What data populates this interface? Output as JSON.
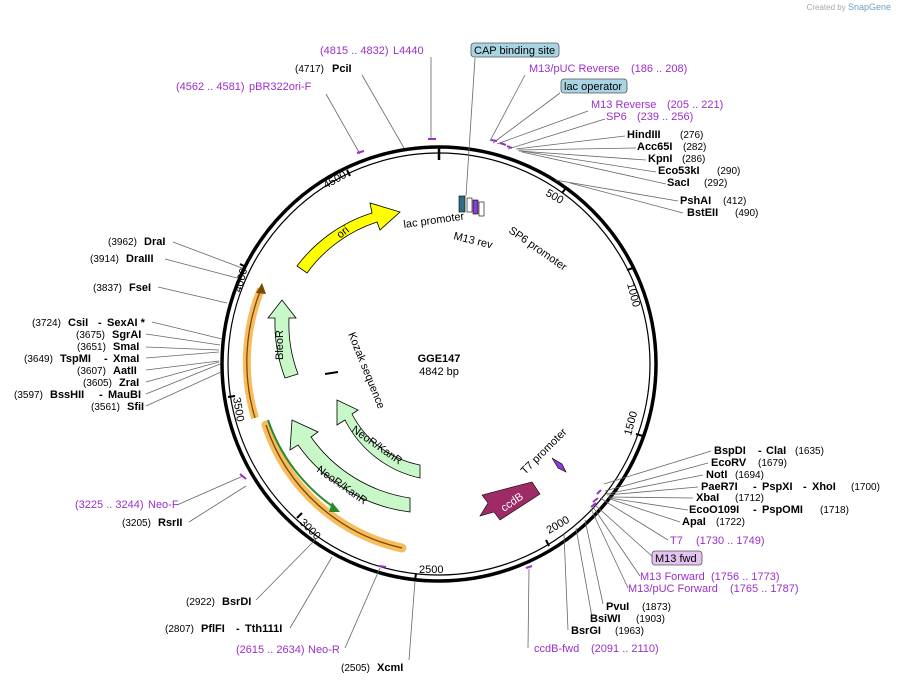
{
  "credit": {
    "prefix": "Created by",
    "brand": "SnapGene"
  },
  "plasmid": {
    "name": "GGE147",
    "length_label": "4842 bp",
    "length": 4842
  },
  "tick_labels": [
    "500",
    "1000",
    "1500",
    "2000",
    "2500",
    "3000",
    "3500",
    "4000",
    "4500"
  ],
  "inner_labels": {
    "lac_promoter": "lac promoter",
    "m13_rev": "M13 rev",
    "sp6_promoter": "SP6 promoter",
    "kozak": "Kozak sequence",
    "t7_promoter": "T7 promoter"
  },
  "features": {
    "ori": "ori",
    "bleor": "BleoR",
    "neor_inner": "NeoR/KanR",
    "neor_outer": "NeoR/KanR",
    "ccdb": "ccdB"
  },
  "boxed": {
    "cap": "CAP binding site",
    "lac_operator": "lac operator",
    "m13_fwd": "M13 fwd"
  },
  "labels": {
    "l4440": {
      "pos": "(4815 .. 4832)",
      "name": "L4440"
    },
    "pcii": {
      "pos": "(4717)",
      "name": "PciI"
    },
    "pbr322": {
      "pos": "(4562 .. 4581)",
      "name": "pBR322ori-F"
    },
    "m13puc_rev": {
      "name": "M13/pUC Reverse",
      "pos": "(186 .. 208)"
    },
    "m13_reverse": {
      "name": "M13 Reverse",
      "pos": "(205 .. 221)"
    },
    "sp6": {
      "name": "SP6",
      "pos": "(239 .. 256)"
    },
    "hindiii": {
      "name": "HindIII",
      "pos": "(276)"
    },
    "acc65i": {
      "name": "Acc65I",
      "pos": "(282)"
    },
    "kpni": {
      "name": "KpnI",
      "pos": "(286)"
    },
    "eco53ki": {
      "name": "Eco53kI",
      "pos": "(290)"
    },
    "saci": {
      "name": "SacI",
      "pos": "(292)"
    },
    "pshai": {
      "name": "PshAI",
      "pos": "(412)"
    },
    "bsteii": {
      "name": "BstEII",
      "pos": "(490)"
    },
    "drai": {
      "pos": "(3962)",
      "name": "DraI"
    },
    "draiii": {
      "pos": "(3914)",
      "name": "DraIII"
    },
    "fsei": {
      "pos": "(3837)",
      "name": "FseI"
    },
    "csii": {
      "pos": "(3724)",
      "name": "CsiI",
      "alt": "SexAI *"
    },
    "sgrai": {
      "pos": "(3675)",
      "name": "SgrAI"
    },
    "smai": {
      "pos": "(3651)",
      "name": "SmaI"
    },
    "tspmi": {
      "pos": "(3649)",
      "name": "TspMI",
      "alt": "XmaI"
    },
    "aatii": {
      "pos": "(3607)",
      "name": "AatII"
    },
    "zrai": {
      "pos": "(3605)",
      "name": "ZraI"
    },
    "bsshii": {
      "pos": "(3597)",
      "name": "BssHII",
      "alt": "MauBI"
    },
    "sfii": {
      "pos": "(3561)",
      "name": "SfiI"
    },
    "neof": {
      "pos": "(3225 .. 3244)",
      "name": "Neo-F"
    },
    "rsrii": {
      "pos": "(3205)",
      "name": "RsrII"
    },
    "bsrdi": {
      "pos": "(2922)",
      "name": "BsrDI"
    },
    "pflfi": {
      "pos": "(2807)",
      "name": "PflFI",
      "alt": "Tth111I"
    },
    "neor_primer": {
      "pos": "(2615 .. 2634)",
      "name": "Neo-R"
    },
    "xcmi": {
      "pos": "(2505)",
      "name": "XcmI"
    },
    "bspdi": {
      "name": "BspDI",
      "alt": "ClaI",
      "pos": "(1635)"
    },
    "ecorv": {
      "name": "EcoRV",
      "pos": "(1679)"
    },
    "noti": {
      "name": "NotI",
      "pos": "(1694)"
    },
    "pae_r7i": {
      "name": "PaeR7I",
      "alt": "PspXI",
      "alt2": "XhoI",
      "pos": "(1700)"
    },
    "xbai": {
      "name": "XbaI",
      "pos": "(1712)"
    },
    "eco0109i": {
      "name": "EcoO109I",
      "alt": "PspOMI",
      "pos": "(1718)"
    },
    "apai": {
      "name": "ApaI",
      "pos": "(1722)"
    },
    "t7": {
      "name": "T7",
      "pos": "(1730 .. 1749)"
    },
    "m13_forward": {
      "name": "M13 Forward",
      "pos": "(1756 .. 1773)"
    },
    "m13puc_fwd": {
      "name": "M13/pUC Forward",
      "pos": "(1765 .. 1787)"
    },
    "pvui": {
      "name": "PvuI",
      "pos": "(1873)"
    },
    "bsiwi": {
      "name": "BsiWI",
      "pos": "(1903)"
    },
    "bsrgi": {
      "name": "BsrGI",
      "pos": "(1963)"
    },
    "ccdb_fwd": {
      "name": "ccdB-fwd",
      "pos": "(2091 .. 2110)"
    }
  },
  "colors": {
    "backbone": "#000000",
    "primer": "#9b30c8",
    "ori": "#ffff00",
    "resistance": "#c8f7c8",
    "ccdb": "#9e2a66",
    "orf_highlight": "#f5b041",
    "boxed_blue": "#a9d4e3",
    "boxed_purple": "#e3c4f0"
  }
}
